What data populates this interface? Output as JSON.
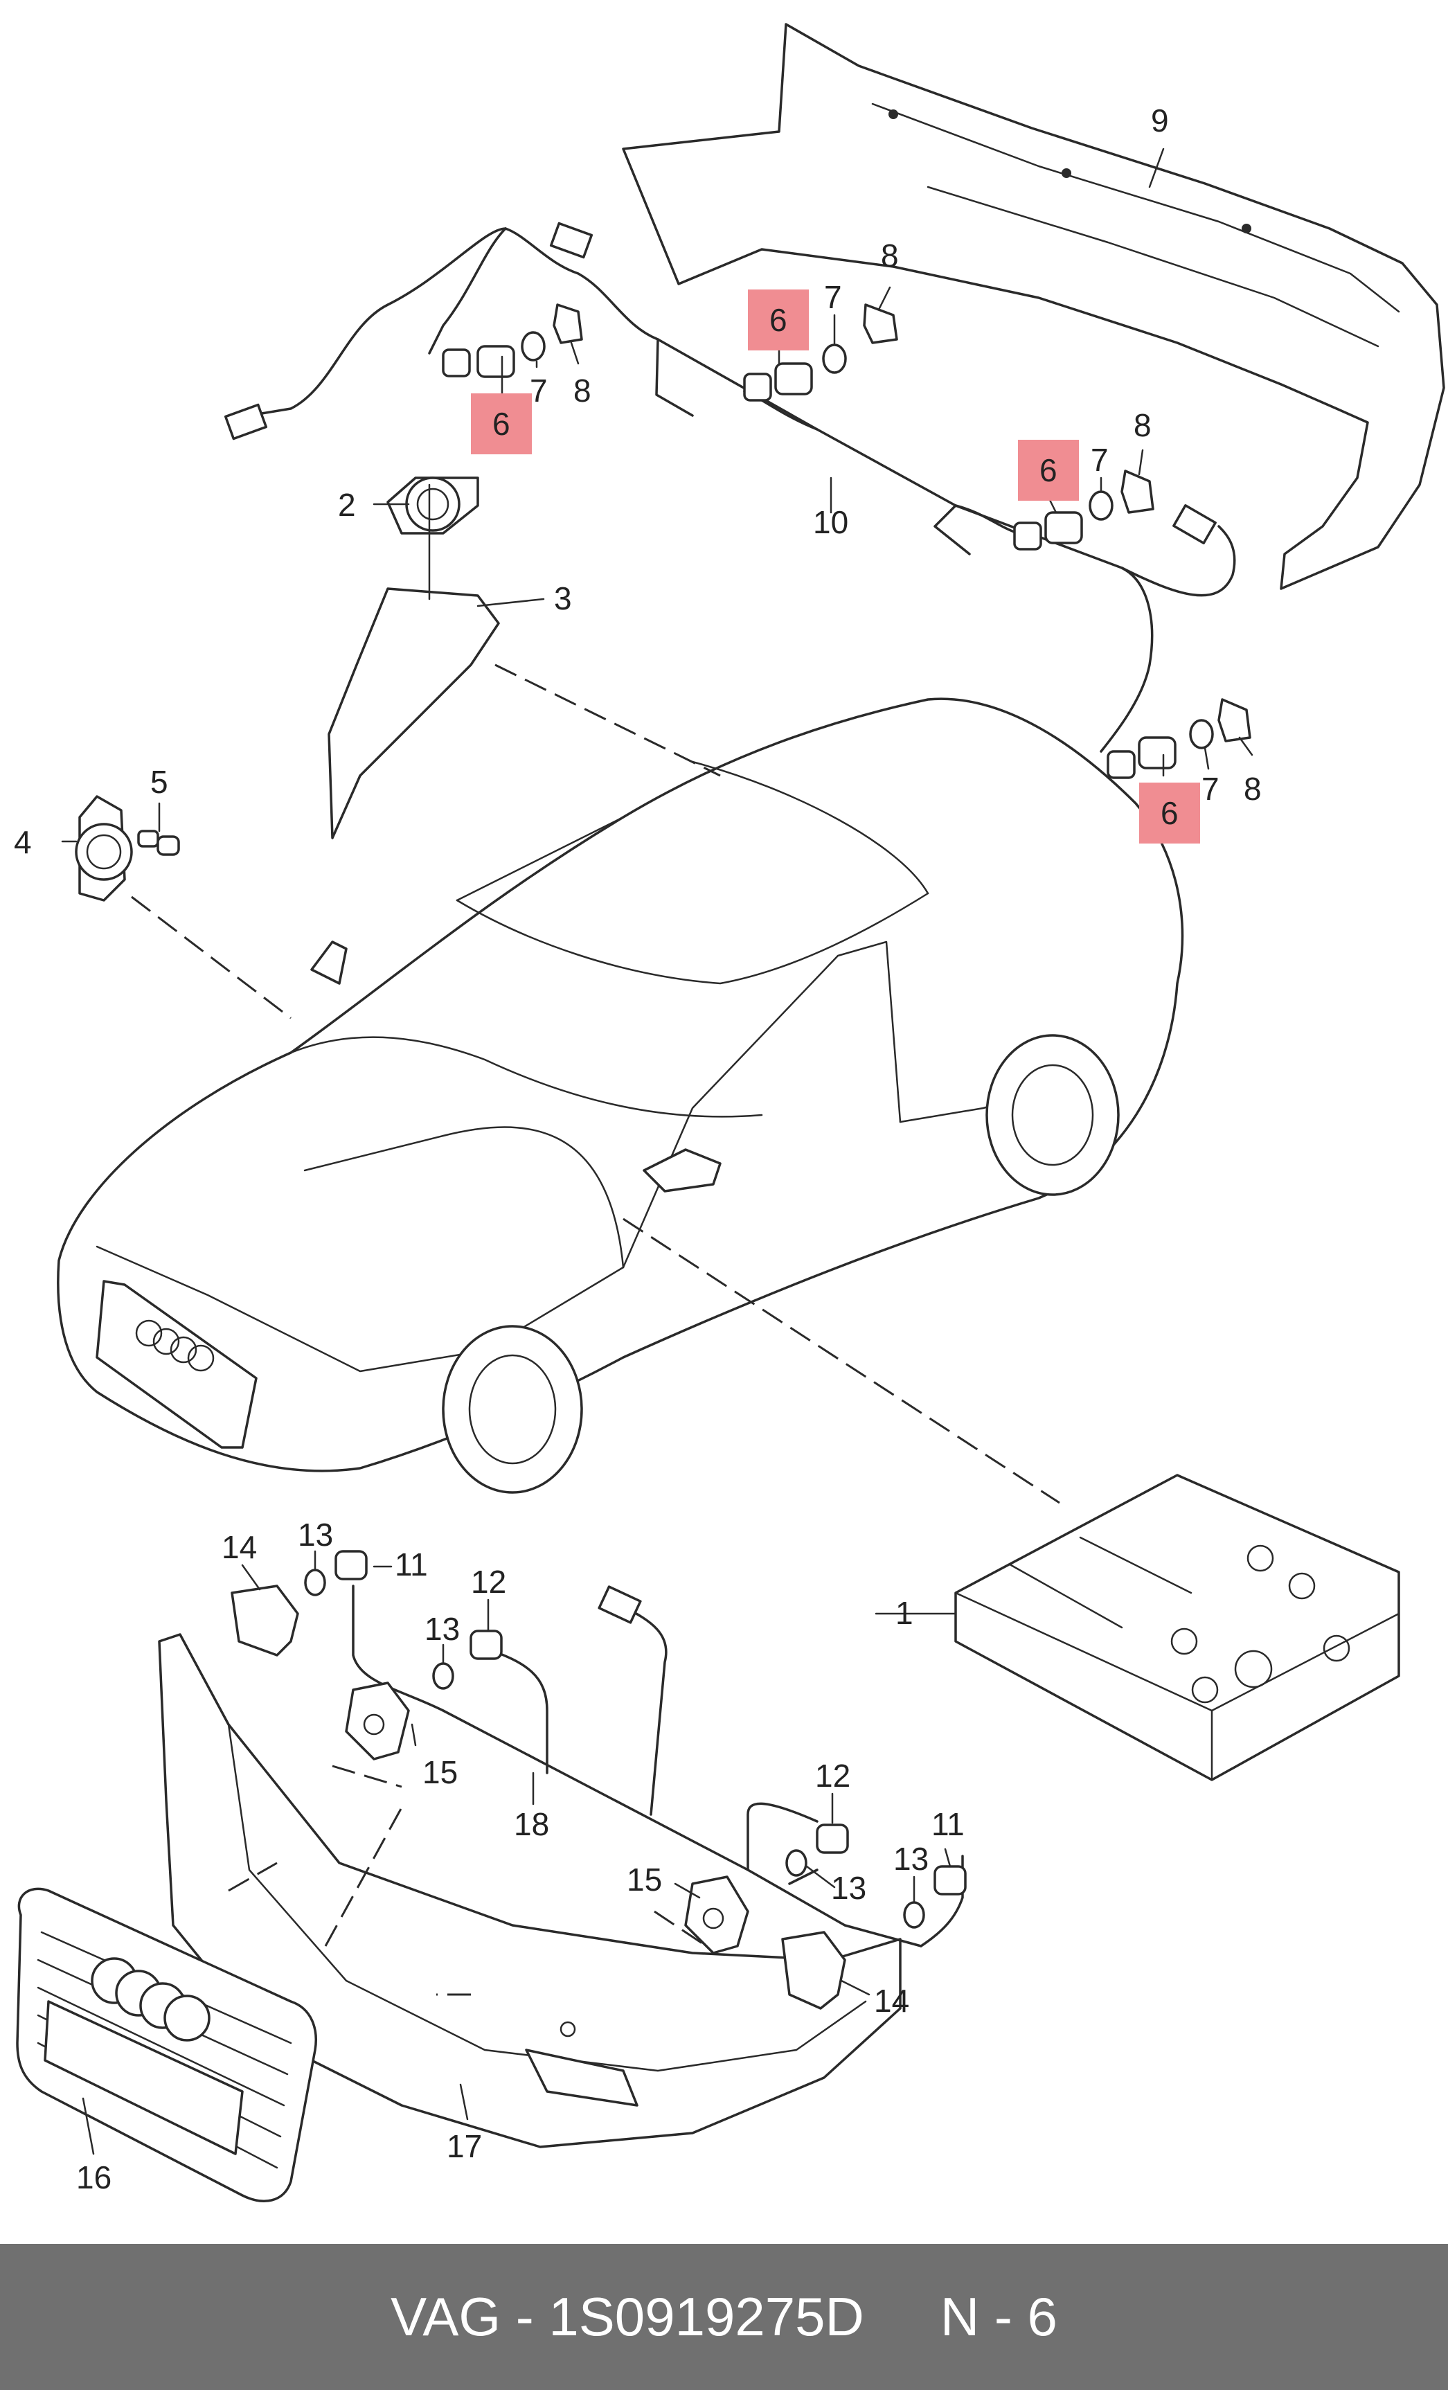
{
  "callouts": [
    "1",
    "2",
    "3",
    "4",
    "5",
    "6",
    "7",
    "8",
    "9",
    "10",
    "11",
    "12",
    "13",
    "14",
    "15",
    "16",
    "17",
    "18"
  ],
  "highlight_color": "#f08d92",
  "footer": {
    "brand": "VAG",
    "separator": " - ",
    "part_number": "1S0919275D",
    "position": "N - 6",
    "background": "#707070"
  }
}
